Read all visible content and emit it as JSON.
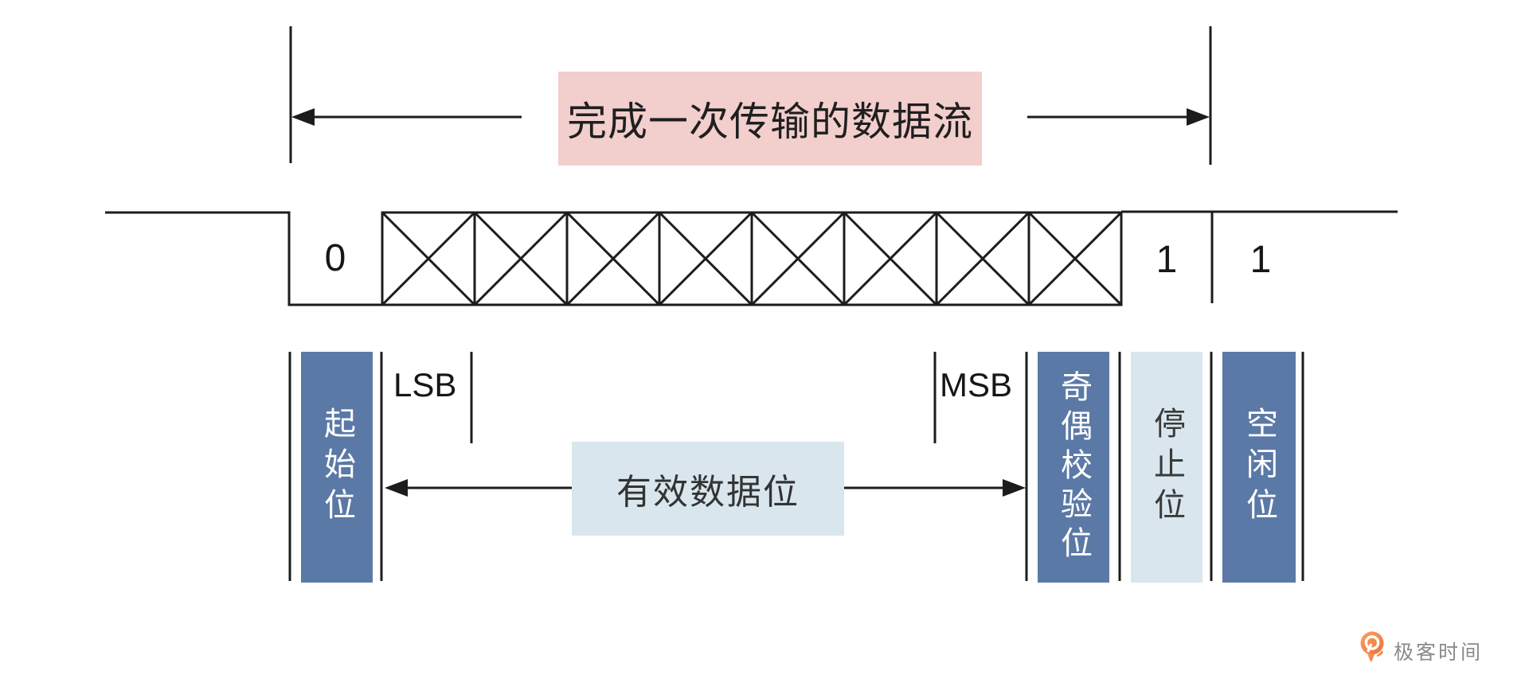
{
  "title": {
    "label": "完成一次传输的数据流"
  },
  "waveform": {
    "start_bit_value": "0",
    "stop_bit_value": "1",
    "idle_bit_value": "1",
    "data_cell_count": 8
  },
  "labels": {
    "lsb": "LSB",
    "msb": "MSB",
    "start_bit": "起始位",
    "data_bits": "有效数据位",
    "parity_bit": "奇偶校验位",
    "stop_bit": "停止位",
    "idle_bit": "空闲位"
  },
  "branding": {
    "logo_text": "极客时间"
  },
  "colors": {
    "blue": "#5b79a6",
    "light_blue": "#d9e6ed",
    "pink": "#f2cecd",
    "line": "#1c1c1c",
    "logo_orange": "#ee7038",
    "logo_orange_light": "#f9a263",
    "logo_text_gray": "#8a8a8a"
  }
}
